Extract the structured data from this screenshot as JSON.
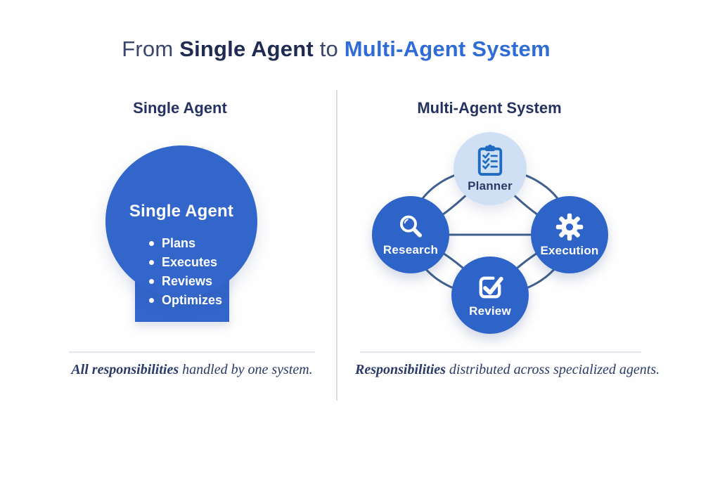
{
  "title": {
    "part1": "From ",
    "part2": "Single Agent",
    "part3": " to ",
    "part4": "Multi-Agent System"
  },
  "left_panel": {
    "heading": "Single Agent",
    "agent": {
      "title": "Single Agent",
      "bullets": [
        "Plans",
        "Executes",
        "Reviews",
        "Optimizes"
      ]
    },
    "caption": {
      "bold": "All responsibilities",
      "rest": " handled by one system."
    }
  },
  "right_panel": {
    "heading": "Multi-Agent System",
    "nodes": [
      {
        "label": "Planner",
        "icon": "clipboard-checklist-icon",
        "style": "light-blue"
      },
      {
        "label": "Research",
        "icon": "magnifying-glass-icon",
        "style": "solid-blue"
      },
      {
        "label": "Execution",
        "icon": "gear-icon",
        "style": "solid-blue"
      },
      {
        "label": "Review",
        "icon": "checkbox-check-icon",
        "style": "solid-blue"
      }
    ],
    "caption": {
      "bold": "Responsibilities",
      "rest": " distributed across specialized agents."
    }
  },
  "colors": {
    "primary_blue": "#3366cb",
    "node_blue": "#2e63c8",
    "planner_light_blue": "#cfe0f4",
    "icon_blue": "#1e6dc2",
    "title_blue": "#2f6cd6",
    "dark_navy": "#1f2b50",
    "heading_navy": "#24335f",
    "caption_navy": "#2b3a68",
    "connector_line": "#40618e",
    "divider_gray": "#d9dde6"
  }
}
